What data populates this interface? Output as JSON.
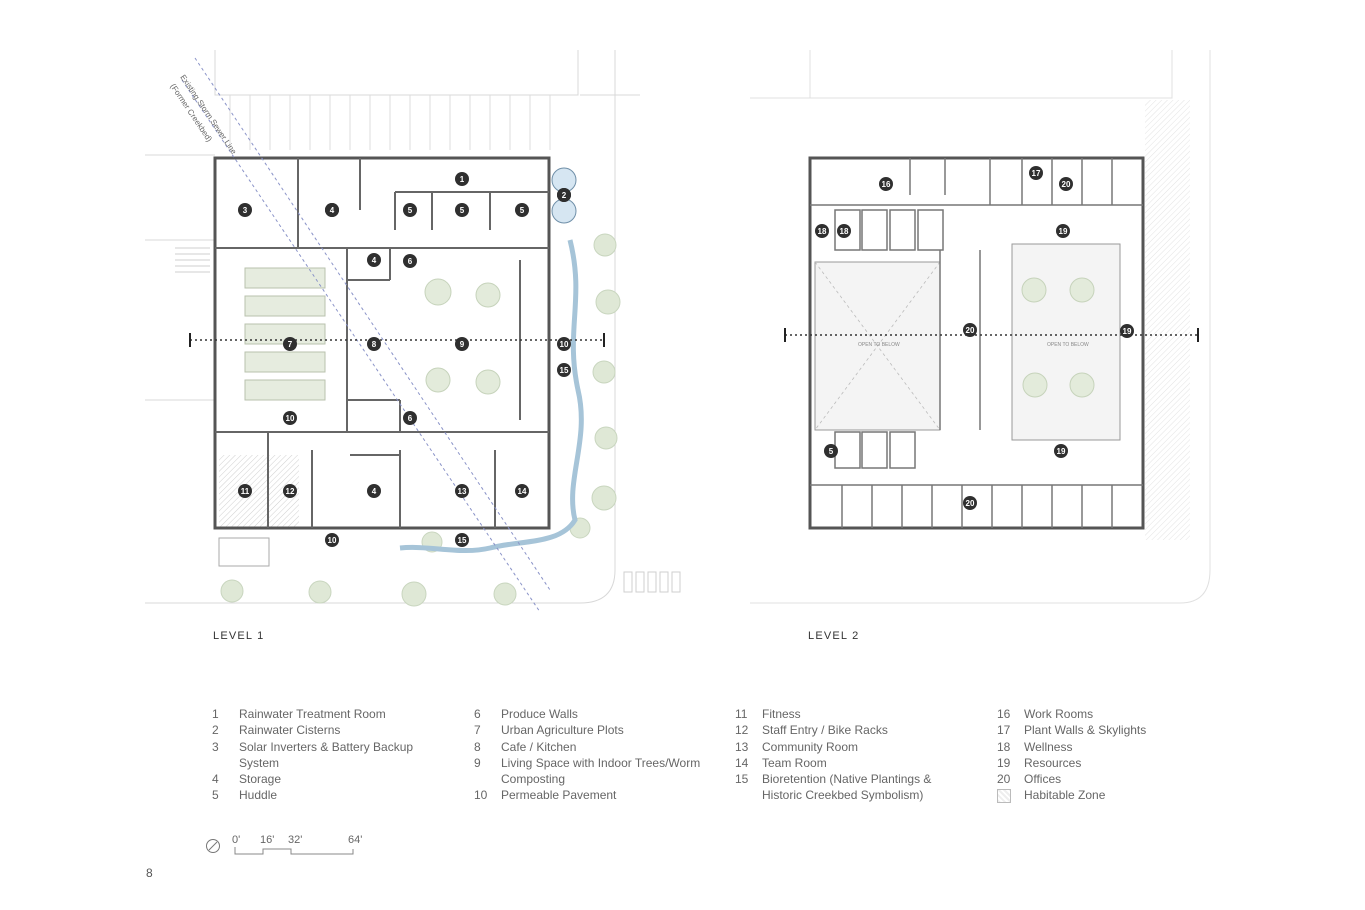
{
  "plans": {
    "level1_title": "LEVEL 1",
    "level2_title": "LEVEL 2",
    "storm_line_label": "Existing Storm Sewer Line",
    "storm_line_sub": "(Former Creekbed)",
    "open_to_below": "OPEN TO BELOW"
  },
  "markers_level1": [
    "1",
    "2",
    "2",
    "3",
    "4",
    "4",
    "4",
    "4",
    "5",
    "5",
    "5",
    "6",
    "6",
    "7",
    "8",
    "9",
    "10",
    "10",
    "10",
    "11",
    "12",
    "13",
    "14",
    "15",
    "15"
  ],
  "markers_level2": [
    "5",
    "16",
    "17",
    "18",
    "18",
    "19",
    "19",
    "19",
    "20",
    "20",
    "20"
  ],
  "legend": {
    "col1": [
      {
        "num": "1",
        "text": "Rainwater Treatment Room"
      },
      {
        "num": "2",
        "text": "Rainwater Cisterns"
      },
      {
        "num": "3",
        "text": "Solar Inverters & Battery Backup System"
      },
      {
        "num": "4",
        "text": "Storage"
      },
      {
        "num": "5",
        "text": "Huddle"
      }
    ],
    "col2": [
      {
        "num": "6",
        "text": "Produce Walls"
      },
      {
        "num": "7",
        "text": "Urban Agriculture Plots"
      },
      {
        "num": "8",
        "text": "Cafe / Kitchen"
      },
      {
        "num": "9",
        "text": "Living Space with Indoor Trees/Worm Composting"
      },
      {
        "num": "10",
        "text": "Permeable Pavement"
      }
    ],
    "col3": [
      {
        "num": "11",
        "text": "Fitness"
      },
      {
        "num": "12",
        "text": "Staff Entry / Bike Racks"
      },
      {
        "num": "13",
        "text": "Community Room"
      },
      {
        "num": "14",
        "text": "Team Room"
      },
      {
        "num": "15",
        "text": "Bioretention (Native Plantings & Historic Creekbed Symbolism)"
      }
    ],
    "col4": [
      {
        "num": "16",
        "text": "Work Rooms"
      },
      {
        "num": "17",
        "text": "Plant Walls & Skylights"
      },
      {
        "num": "18",
        "text": "Wellness"
      },
      {
        "num": "19",
        "text": "Resources"
      },
      {
        "num": "20",
        "text": "Offices"
      },
      {
        "num": "",
        "text": "Habitable Zone"
      }
    ]
  },
  "scale": {
    "labels": [
      "0'",
      "16'",
      "32'",
      "64'"
    ]
  },
  "page_number": "8"
}
